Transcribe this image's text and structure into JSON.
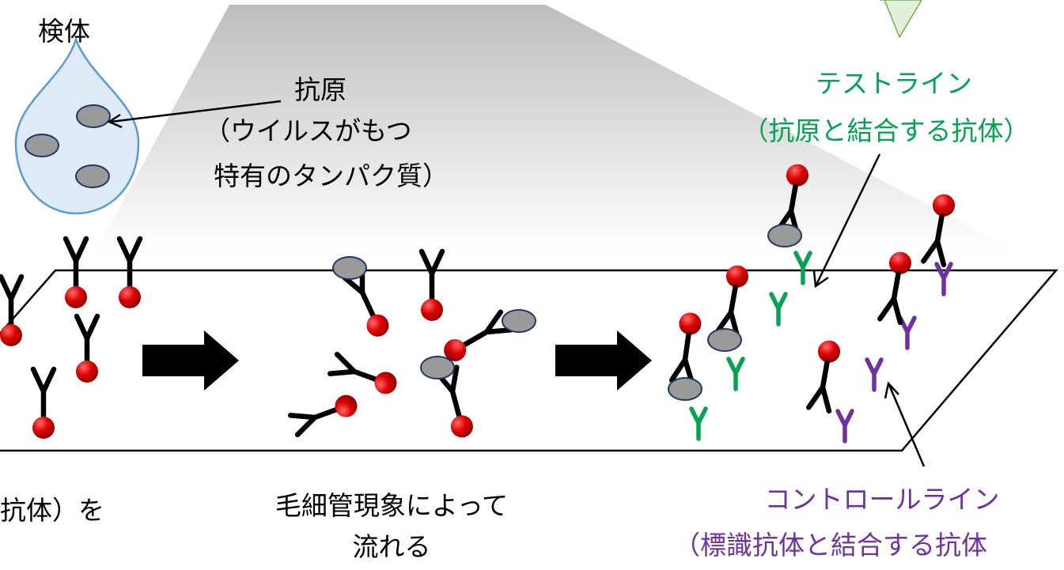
{
  "labels": {
    "sample": "検体",
    "antigen_1": "抗原",
    "antigen_2": "（ウイルスがもつ",
    "antigen_3": "特有のタンパク質）",
    "test_line_1": "テストライン",
    "test_line_2": "（抗原と結合する抗体）",
    "left_caption": "抗体）を",
    "flow_1": "毛細管現象によって",
    "flow_2": "流れる",
    "control_line_1": "コントロールライン",
    "control_line_2": "（標識抗体と結合する抗体"
  },
  "colors": {
    "test": "#00a550",
    "control": "#7030a0",
    "label_sphere": "#dd0000",
    "antigen": "#9a9a9a",
    "droplet": "#deebf7",
    "antibody": "#000000"
  }
}
